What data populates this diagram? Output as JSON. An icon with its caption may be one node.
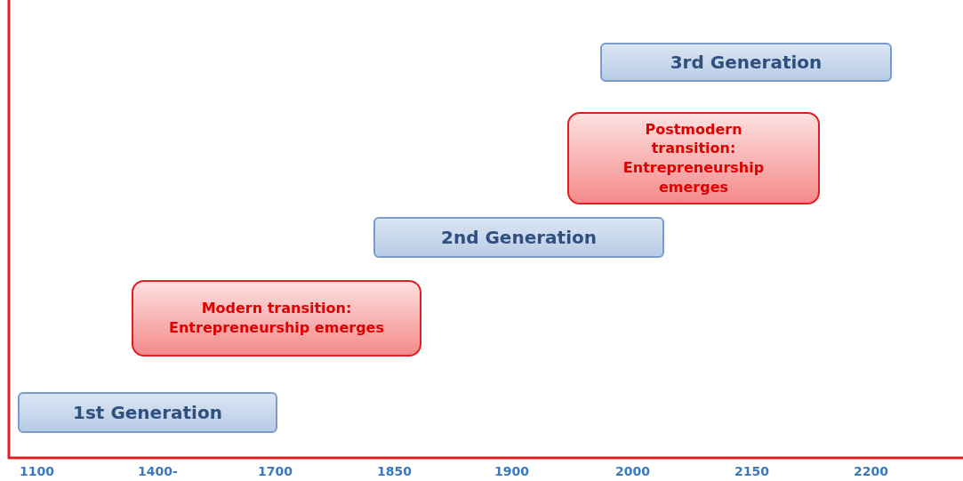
{
  "diagram": {
    "nodes": [
      {
        "text": [
          "3rd Generation"
        ]
      },
      {
        "text": [
          "Postmodern transition: Entrepreneurship emerges"
        ]
      },
      {
        "text": [
          "2nd Generation"
        ]
      },
      {
        "text": [
          "Modern transition: Entrepreneurship emerges"
        ]
      },
      {
        "text": [
          "1st Generation"
        ]
      }
    ],
    "labels": [
      "1100",
      "1400-",
      "1700",
      "1850",
      "1900",
      "2000",
      "2150",
      "2200"
    ]
  }
}
